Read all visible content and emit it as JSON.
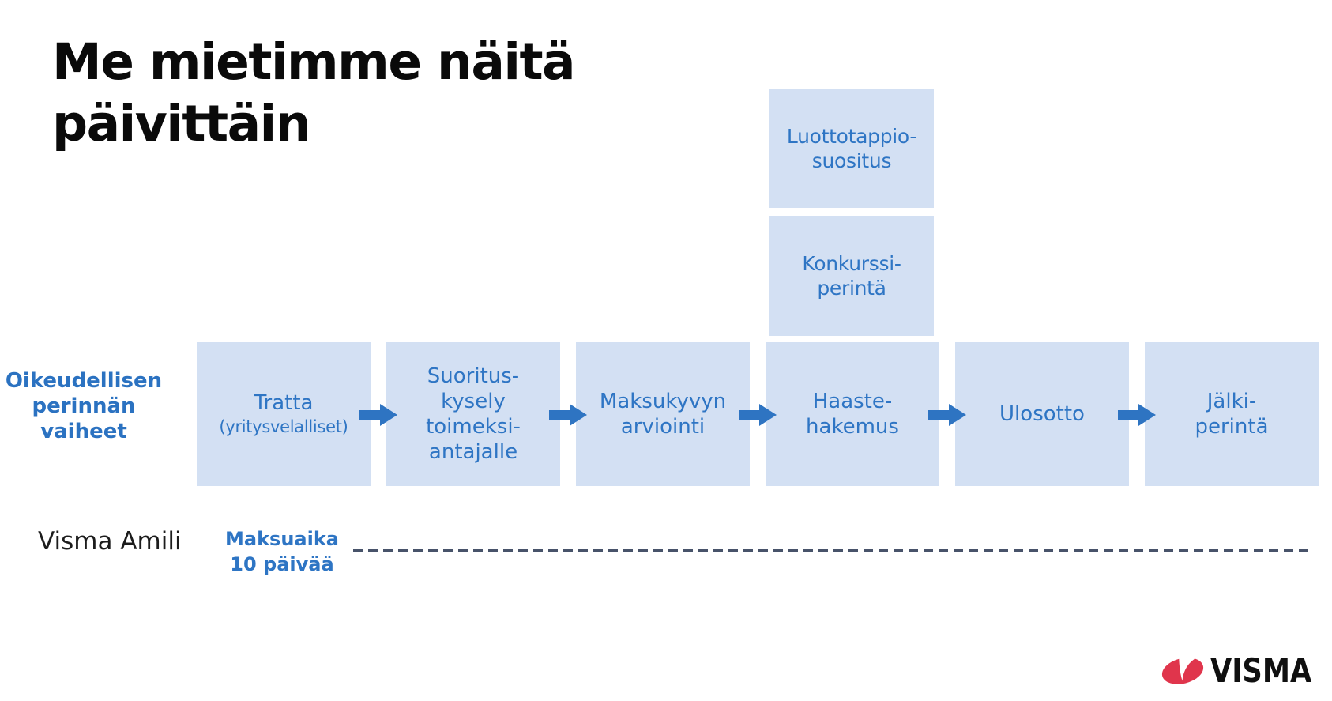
{
  "slide": {
    "title": "Me mietimme näitä\npäivittäin"
  },
  "flow": {
    "side_label": "Oikeudellisen\nperinnän\nvaiheet",
    "stages": [
      {
        "label": "Tratta",
        "sublabel": "(yritysvelalliset)"
      },
      {
        "label": "Suoritus-\nkysely\ntoimeksi-\nantajalle"
      },
      {
        "label": "Maksukyvyn\narviointi"
      },
      {
        "label": "Haaste-\nhakemus"
      },
      {
        "label": "Ulosotto"
      },
      {
        "label": "Jälki-\nperintä"
      }
    ],
    "branch_boxes": [
      {
        "label": "Luottotappio-\nsuositus"
      },
      {
        "label": "Konkurssi-\nperintä"
      }
    ]
  },
  "footer": {
    "product_name": "Visma Amili",
    "timeline_label": "Maksuaika\n10 päivää"
  },
  "logo": {
    "text": "VISMA"
  },
  "icons": {
    "flow_arrow": "arrow-right-icon",
    "logo_mark": "visma-swoosh-icon"
  },
  "colors": {
    "stage_fill": "#d3e0f3",
    "accent_blue": "#2e75c4",
    "dash_line": "#48536a",
    "logo_red": "#e0354c",
    "title_black": "#0a0a0a"
  }
}
